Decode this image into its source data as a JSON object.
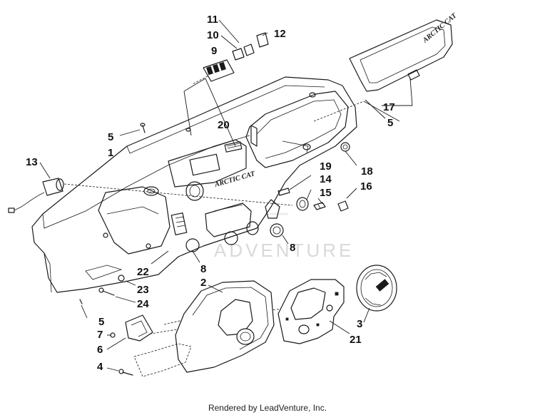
{
  "diagram": {
    "watermark": "ADVENTURE",
    "brand_marks": [
      "ARCTIC CAT",
      "ARCTIC CAT"
    ],
    "callouts": [
      {
        "id": "c-11",
        "text": "11"
      },
      {
        "id": "c-10",
        "text": "10"
      },
      {
        "id": "c-12",
        "text": "12"
      },
      {
        "id": "c-9",
        "text": "9"
      },
      {
        "id": "c-17",
        "text": "17"
      },
      {
        "id": "c-5a",
        "text": "5"
      },
      {
        "id": "c-5b",
        "text": "5"
      },
      {
        "id": "c-5c",
        "text": "5"
      },
      {
        "id": "c-1",
        "text": "1"
      },
      {
        "id": "c-20",
        "text": "20"
      },
      {
        "id": "c-13",
        "text": "13"
      },
      {
        "id": "c-18",
        "text": "18"
      },
      {
        "id": "c-19",
        "text": "19"
      },
      {
        "id": "c-14",
        "text": "14"
      },
      {
        "id": "c-15",
        "text": "15"
      },
      {
        "id": "c-16",
        "text": "16"
      },
      {
        "id": "c-8a",
        "text": "8"
      },
      {
        "id": "c-8b",
        "text": "8"
      },
      {
        "id": "c-22",
        "text": "22"
      },
      {
        "id": "c-2",
        "text": "2"
      },
      {
        "id": "c-23",
        "text": "23"
      },
      {
        "id": "c-24",
        "text": "24"
      },
      {
        "id": "c-3",
        "text": "3"
      },
      {
        "id": "c-21",
        "text": "21"
      },
      {
        "id": "c-7",
        "text": "7"
      },
      {
        "id": "c-6",
        "text": "6"
      },
      {
        "id": "c-4",
        "text": "4"
      }
    ]
  },
  "footer": {
    "credit": "Rendered by LeadVenture, Inc."
  }
}
